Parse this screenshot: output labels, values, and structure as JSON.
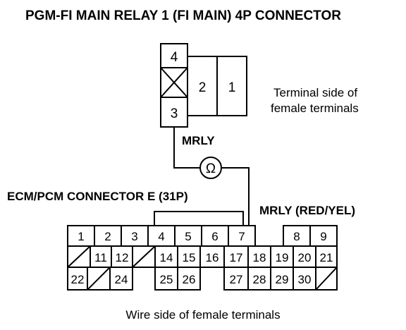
{
  "title": "PGM-FI MAIN RELAY 1 (FI MAIN) 4P CONNECTOR",
  "relay_connector": {
    "pins": {
      "p4": "4",
      "p2": "2",
      "p1": "1",
      "p3": "3"
    },
    "side_label_line1": "Terminal side of",
    "side_label_line2": "female terminals"
  },
  "wire": {
    "label_top": "MRLY",
    "ohmmeter_symbol": "Ω",
    "label_right": "MRLY (RED/YEL)"
  },
  "ecm_connector": {
    "title": "ECM/PCM CONNECTOR E (31P)",
    "pins": {
      "c1": "1",
      "c2": "2",
      "c3": "3",
      "c4": "4",
      "c5": "5",
      "c6": "6",
      "c7": "7",
      "c8": "8",
      "c9": "9",
      "c11": "11",
      "c12": "12",
      "c14": "14",
      "c15": "15",
      "c16": "16",
      "c17": "17",
      "c18": "18",
      "c19": "19",
      "c20": "20",
      "c21": "21",
      "c22": "22",
      "c24": "24",
      "c25": "25",
      "c26": "26",
      "c27": "27",
      "c28": "28",
      "c29": "29",
      "c30": "30"
    },
    "side_label": "Wire side of female terminals"
  }
}
